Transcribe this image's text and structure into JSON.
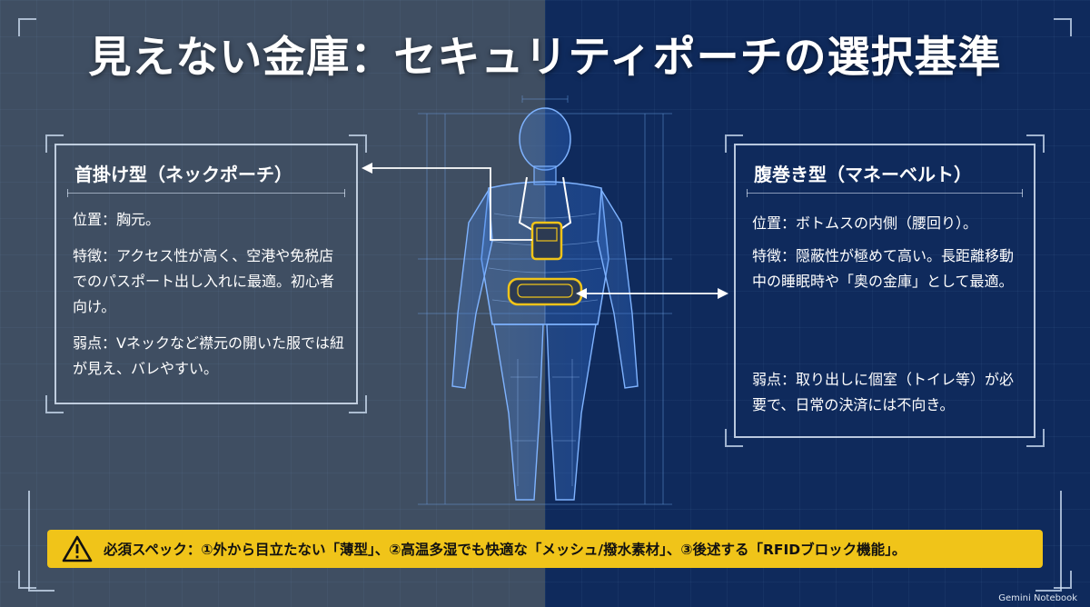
{
  "title": "見えない金庫：セキュリティポーチの選択基準",
  "left_card": {
    "heading": "首掛け型（ネックポーチ）",
    "position": "位置：胸元。",
    "features": "特徴：アクセス性が高く、空港や免税店でのパスポート出し入れに最適。初心者向け。",
    "weakness": "弱点：Vネックなど襟元の開いた服では紐が見え、バレやすい。"
  },
  "right_card": {
    "heading": "腹巻き型（マネーベルト）",
    "position": "位置：ボトムスの内側（腰回り）。",
    "features": "特徴：隠蔽性が極めて高い。長距離移動中の睡眠時や「奥の金庫」として最適。",
    "weakness": "弱点：取り出しに個室（トイレ等）が必要で、日常の決済には不向き。"
  },
  "bottom_bar": {
    "icon": "warning-icon",
    "text": "必須スペック：①外から目立たない「薄型」、②高温多湿でも快適な「メッシュ/撥水素材」、③後述する「RFIDブロック機能」。"
  },
  "brand": "Gemini Notebook",
  "colors": {
    "left_bg": "#3f4e62",
    "right_bg": "#0f2a5c",
    "accent_yellow": "#f0c419",
    "wireframe": "#5aa0ff"
  }
}
